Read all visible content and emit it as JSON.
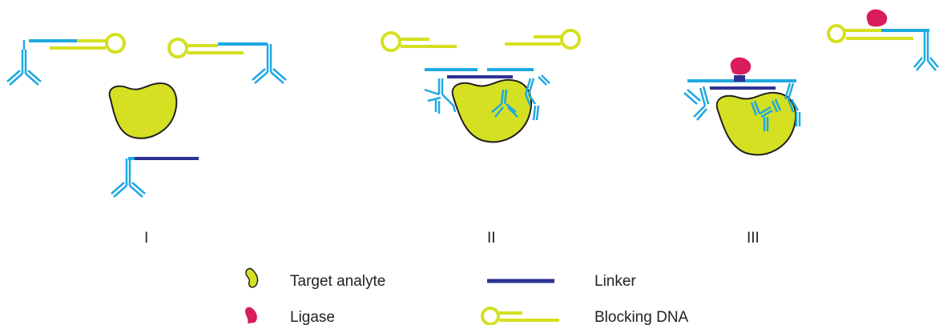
{
  "panels": [
    {
      "label": "I"
    },
    {
      "label": "II"
    },
    {
      "label": "III"
    }
  ],
  "legend": {
    "target_analyte": "Target analyte",
    "linker": "Linker",
    "ligase": "Ligase",
    "blocking_dna": "Blocking DNA"
  },
  "colors": {
    "analyte": "#d4e021",
    "antibody": "#1fa9e1",
    "linker": "#2e3192",
    "ligase": "#d91c5c",
    "blocking_dna": "#d4e021",
    "outline": "#231f20"
  },
  "icons": [
    "antibody-icon",
    "analyte-blob-icon",
    "ligase-icon",
    "blocking-dna-icon",
    "linker-bar-icon"
  ]
}
